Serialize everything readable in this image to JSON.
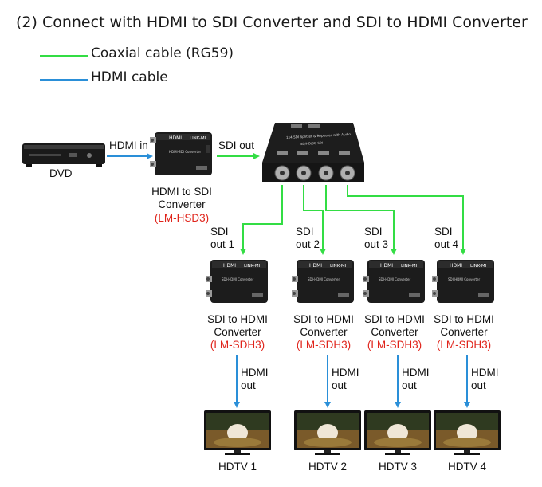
{
  "title": "(2) Connect with HDMI to SDI Converter and SDI to HDMI Converter",
  "legend": [
    {
      "label": "Coaxial cable (RG59)",
      "color": "#33dd44"
    },
    {
      "label": "HDMI cable",
      "color": "#2a8fd8"
    }
  ],
  "source": {
    "label": "DVD"
  },
  "hdmi_in_label": "HDMI in",
  "sdi_out_label": "SDI out",
  "encoder": {
    "name_line1": "HDMI to SDI",
    "name_line2": "Converter",
    "model": "(LM-HSD3)",
    "device_brand": "HDMI",
    "device_maker": "LINK-MI",
    "device_text": "HDMI-SDI Converter"
  },
  "splitter": {
    "device_text": "1x4 SDI Splitter & Repeater with Audio",
    "device_model": "SD/HD/3G-SDI"
  },
  "outputs": [
    {
      "sdi_line1": "SDI",
      "sdi_line2": "out 1",
      "conv_line1": "SDI to HDMI",
      "conv_line2": "Converter",
      "model": "(LM-SDH3)",
      "hdmi_line1": "HDMI",
      "hdmi_line2": "out",
      "tv": "HDTV 1"
    },
    {
      "sdi_line1": "SDI",
      "sdi_line2": "out 2",
      "conv_line1": "SDI to HDMI",
      "conv_line2": "Converter",
      "model": "(LM-SDH3)",
      "hdmi_line1": "HDMI",
      "hdmi_line2": "out",
      "tv": "HDTV 2"
    },
    {
      "sdi_line1": "SDI",
      "sdi_line2": "out 3",
      "conv_line1": "SDI to HDMI",
      "conv_line2": "Converter",
      "model": "(LM-SDH3)",
      "hdmi_line1": "HDMI",
      "hdmi_line2": "out",
      "tv": "HDTV 3"
    },
    {
      "sdi_line1": "SDI",
      "sdi_line2": "out 4",
      "conv_line1": "SDI to HDMI",
      "conv_line2": "Converter",
      "model": "(LM-SDH3)",
      "hdmi_line1": "HDMI",
      "hdmi_line2": "out",
      "tv": "HDTV 4"
    }
  ],
  "decoder_device": {
    "brand": "HDMI",
    "maker": "LINK-MI",
    "text": "SDI-HDMI Converter"
  }
}
